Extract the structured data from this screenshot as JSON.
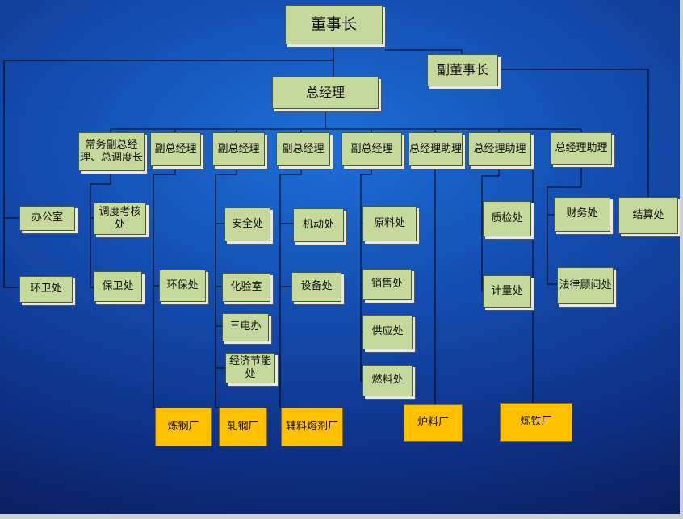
{
  "chairman": "董事长",
  "vice_chairman": "副董事长",
  "general_manager": "总经理",
  "executive_vgm": "常务副总经理、总调度长",
  "vgm": "副总经理",
  "gm_assistant": "总经理助理",
  "departments": {
    "office": "办公室",
    "sanitation": "环卫处",
    "dispatch_assessment": "调度考核处",
    "security": "保卫处",
    "environment": "环保处",
    "safety": "安全处",
    "laboratory": "化验室",
    "three_electric": "三电办",
    "energy_saving": "经济节能处",
    "mechanical_power": "机动处",
    "equipment": "设备处",
    "raw_materials": "原料处",
    "sales": "销售处",
    "supply": "供应处",
    "fuel": "燃料处",
    "quality_inspection": "质检处",
    "metering": "计量处",
    "finance": "财务处",
    "legal_counsel": "法律顾问处",
    "settlement": "结算处"
  },
  "factories": {
    "steelmaking": "炼钢厂",
    "steel_rolling": "轧钢厂",
    "auxiliary_flux": "辅料熔剂厂",
    "furnace_material": "炉料厂",
    "ironmaking": "炼铁厂"
  },
  "colors": {
    "box_fill": "#c4d99b",
    "factory_fill": "#ffc000",
    "line": "#000000",
    "background": "#1450b4"
  }
}
